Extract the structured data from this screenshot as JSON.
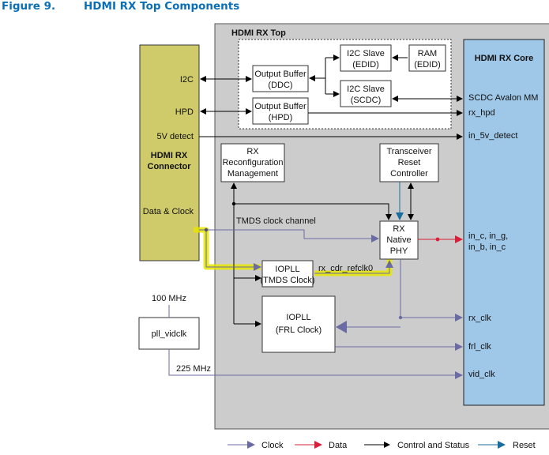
{
  "figure": {
    "number": "Figure 9.",
    "title": "HDMI RX Top Components"
  },
  "colors": {
    "title": "#0b6fb6",
    "top_bg": "#cccccc",
    "connector_bg": "#cfcb6a",
    "core_bg": "#9fc7e8",
    "clock": "#6b6ba3",
    "data": "#d9203a",
    "control": "#000000",
    "reset": "#1a6e9e",
    "highlight": "#e6e600"
  },
  "blocks": {
    "hdmi_rx_top": "HDMI RX Top",
    "connector": {
      "title_line1": "HDMI RX",
      "title_line2": "Connector",
      "ports": [
        "I2C",
        "HPD",
        "5V detect",
        "Data & Clock"
      ]
    },
    "core": {
      "title": "HDMI RX Core",
      "ports": [
        "SCDC Avalon MM",
        "rx_hpd",
        "in_5v_detect",
        "in_c, in_g,",
        "in_b, in_c",
        "rx_clk",
        "frl_clk",
        "vid_clk"
      ]
    },
    "output_buffer_ddc": [
      "Output Buffer",
      "(DDC)"
    ],
    "output_buffer_hpd": [
      "Output Buffer",
      "(HPD)"
    ],
    "i2c_slave_edid": [
      "I2C Slave",
      "(EDID)"
    ],
    "ram_edid": [
      "RAM",
      "(EDID)"
    ],
    "i2c_slave_scdc": [
      "I2C Slave",
      "(SCDC)"
    ],
    "rx_reconfig": [
      "RX",
      "Reconfiguration",
      "Management"
    ],
    "xcvr_reset": [
      "Transceiver",
      "Reset",
      "Controller"
    ],
    "rx_native_phy": [
      "RX",
      "Native",
      "PHY"
    ],
    "iopll_tmds": [
      "IOPLL",
      "(TMDS Clock)"
    ],
    "iopll_frl": [
      "IOPLL",
      "(FRL Clock)"
    ],
    "pll_vidclk": "pll_vidclk"
  },
  "signals": {
    "tmds_clock_channel": "TMDS clock channel",
    "rx_cdr_refclk0": "rx_cdr_refclk0",
    "freq_100": "100 MHz",
    "freq_225": "225 MHz"
  },
  "legend": [
    {
      "label": "Clock",
      "color": "#6b6ba3"
    },
    {
      "label": "Data",
      "color": "#d9203a"
    },
    {
      "label": "Control and Status",
      "color": "#000000"
    },
    {
      "label": "Reset",
      "color": "#1a6e9e"
    }
  ]
}
